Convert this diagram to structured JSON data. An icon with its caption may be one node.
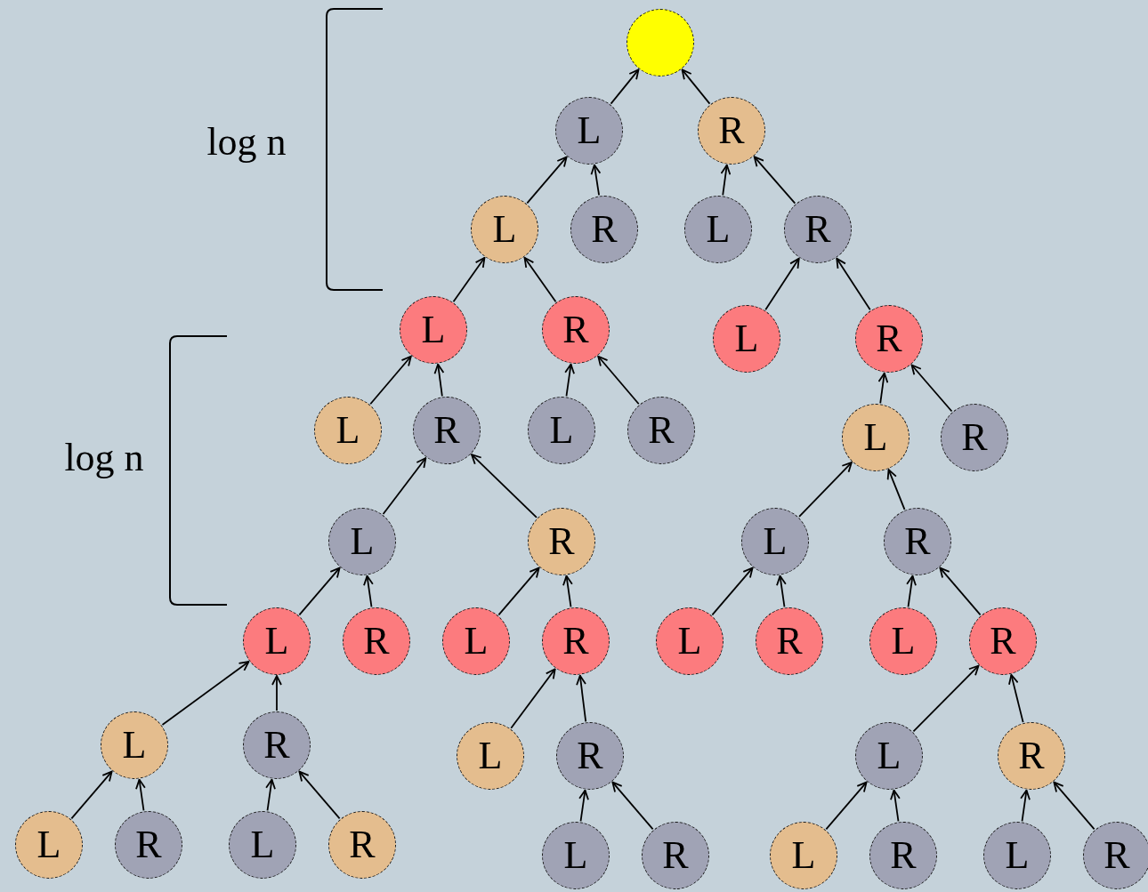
{
  "diagram": {
    "nodes": [
      {
        "text": [],
        "shape": "circle"
      },
      {
        "text": [
          "L"
        ]
      },
      {
        "text": [
          "R"
        ]
      },
      {
        "text": [
          "L"
        ]
      },
      {
        "text": [
          "R"
        ]
      },
      {
        "text": [
          "L"
        ]
      },
      {
        "text": [
          "R"
        ]
      },
      {
        "text": [
          "L"
        ]
      },
      {
        "text": [
          "R"
        ]
      },
      {
        "text": [
          "L"
        ]
      },
      {
        "text": [
          "R"
        ]
      },
      {
        "text": [
          "L"
        ]
      },
      {
        "text": [
          "R"
        ]
      },
      {
        "text": [
          "L"
        ]
      },
      {
        "text": [
          "R"
        ]
      },
      {
        "text": [
          "L"
        ]
      },
      {
        "text": [
          "R"
        ]
      },
      {
        "text": [
          "L"
        ]
      },
      {
        "text": [
          "R"
        ]
      },
      {
        "text": [
          "L"
        ]
      },
      {
        "text": [
          "R"
        ]
      },
      {
        "text": [
          "L"
        ]
      },
      {
        "text": [
          "R"
        ]
      },
      {
        "text": [
          "L"
        ]
      },
      {
        "text": [
          "R"
        ]
      },
      {
        "text": [
          "L"
        ]
      },
      {
        "text": [
          "R"
        ]
      },
      {
        "text": [
          "L"
        ]
      },
      {
        "text": [
          "R"
        ]
      },
      {
        "text": [
          "L"
        ]
      },
      {
        "text": [
          "R"
        ]
      },
      {
        "text": [
          "L"
        ]
      },
      {
        "text": [
          "R"
        ]
      },
      {
        "text": [
          "L"
        ]
      },
      {
        "text": [
          "R"
        ]
      },
      {
        "text": [
          "L"
        ]
      },
      {
        "text": [
          "R"
        ]
      },
      {
        "text": [
          "L"
        ]
      },
      {
        "text": [
          "R"
        ]
      },
      {
        "text": [
          "L"
        ]
      },
      {
        "text": [
          "R"
        ]
      },
      {
        "text": [
          "L"
        ]
      },
      {
        "text": [
          "R"
        ]
      },
      {
        "text": [
          "L"
        ]
      },
      {
        "text": [
          "R"
        ]
      }
    ],
    "edges": [
      {
        "from": 1,
        "to": 0,
        "arrow": "to"
      },
      {
        "from": 2,
        "to": 0,
        "arrow": "to"
      },
      {
        "from": 3,
        "to": 1,
        "arrow": "to"
      },
      {
        "from": 4,
        "to": 1,
        "arrow": "to"
      },
      {
        "from": 5,
        "to": 2,
        "arrow": "to"
      },
      {
        "from": 6,
        "to": 2,
        "arrow": "to"
      },
      {
        "from": 7,
        "to": 3,
        "arrow": "to"
      },
      {
        "from": 8,
        "to": 3,
        "arrow": "to"
      },
      {
        "from": 9,
        "to": 6,
        "arrow": "to"
      },
      {
        "from": 10,
        "to": 6,
        "arrow": "to"
      },
      {
        "from": 11,
        "to": 7,
        "arrow": "to"
      },
      {
        "from": 12,
        "to": 7,
        "arrow": "to"
      },
      {
        "from": 13,
        "to": 8,
        "arrow": "to"
      },
      {
        "from": 14,
        "to": 8,
        "arrow": "to"
      },
      {
        "from": 15,
        "to": 10,
        "arrow": "to"
      },
      {
        "from": 16,
        "to": 10,
        "arrow": "to"
      },
      {
        "from": 17,
        "to": 12,
        "arrow": "to"
      },
      {
        "from": 18,
        "to": 12,
        "arrow": "to"
      },
      {
        "from": 19,
        "to": 15,
        "arrow": "to"
      },
      {
        "from": 20,
        "to": 15,
        "arrow": "to"
      },
      {
        "from": 21,
        "to": 17,
        "arrow": "to"
      },
      {
        "from": 22,
        "to": 17,
        "arrow": "to"
      },
      {
        "from": 23,
        "to": 18,
        "arrow": "to"
      },
      {
        "from": 24,
        "to": 18,
        "arrow": "to"
      },
      {
        "from": 25,
        "to": 19,
        "arrow": "to"
      },
      {
        "from": 26,
        "to": 19,
        "arrow": "to"
      },
      {
        "from": 27,
        "to": 20,
        "arrow": "to"
      },
      {
        "from": 28,
        "to": 20,
        "arrow": "to"
      },
      {
        "from": 29,
        "to": 21,
        "arrow": "to"
      },
      {
        "from": 30,
        "to": 21,
        "arrow": "to"
      },
      {
        "from": 31,
        "to": 24,
        "arrow": "to"
      },
      {
        "from": 32,
        "to": 24,
        "arrow": "to"
      },
      {
        "from": 33,
        "to": 28,
        "arrow": "to"
      },
      {
        "from": 34,
        "to": 28,
        "arrow": "to"
      },
      {
        "from": 35,
        "to": 29,
        "arrow": "to"
      },
      {
        "from": 36,
        "to": 29,
        "arrow": "to"
      },
      {
        "from": 37,
        "to": 30,
        "arrow": "to"
      },
      {
        "from": 38,
        "to": 30,
        "arrow": "to"
      },
      {
        "from": 39,
        "to": 32,
        "arrow": "to"
      },
      {
        "from": 40,
        "to": 32,
        "arrow": "to"
      },
      {
        "from": 41,
        "to": 33,
        "arrow": "to"
      },
      {
        "from": 42,
        "to": 33,
        "arrow": "to"
      },
      {
        "from": 43,
        "to": 34,
        "arrow": "to"
      },
      {
        "from": 44,
        "to": 34,
        "arrow": "to"
      }
    ],
    "labels": [
      "log n",
      "log n"
    ]
  }
}
